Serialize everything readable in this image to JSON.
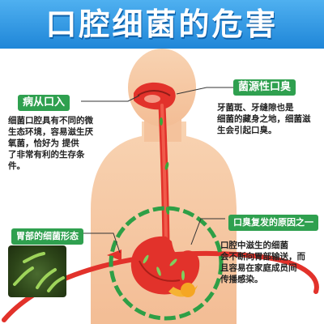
{
  "title": "口腔细菌的危害",
  "callouts": {
    "mouth_entry": {
      "label": "病从口入",
      "text": [
        "细菌口腔具有不同的微",
        "生态环境，容易滋生厌",
        "氧菌，恰好为    提供",
        "了非常有利的生存条",
        "件。"
      ]
    },
    "bad_breath": {
      "label": "菌源性口臭",
      "text": [
        "牙菌斑、牙缝隙也是",
        "细菌的藏身之地，细菌滋",
        "生会引起口臭。"
      ]
    },
    "stomach": {
      "label": "胃部的细菌形态"
    },
    "recurrence": {
      "label": "口臭复发的原因之一",
      "text": [
        "口腔中滋生的细菌",
        "会不断向胃部输送，而",
        "且容易在家庭成员间",
        "传播感染。"
      ]
    }
  },
  "icons": [
    "bacteria-icon",
    "stomach-icon",
    "human-body-icon"
  ],
  "colors": {
    "title_bg": "#1f86d8",
    "label_bg": "#2fa04f",
    "body": "#f6c9a3",
    "organ": "#e2322b",
    "ring": "#2e9f46"
  }
}
